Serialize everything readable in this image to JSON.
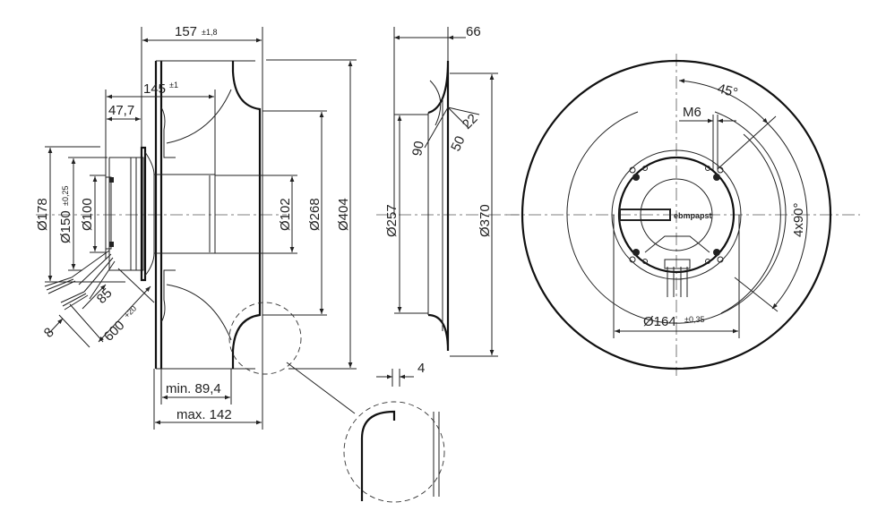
{
  "drawing": {
    "side_view": {
      "dim_overall_length": "157",
      "dim_overall_length_tol": "±1,8",
      "dim_hub_length": "145",
      "dim_hub_length_tol": "±1",
      "dim_motor_depth": "47,7",
      "dim_d178": "Ø178",
      "dim_d150": "Ø150",
      "dim_d150_tol": "±0,25",
      "dim_d100": "Ø100",
      "dim_d102": "Ø102",
      "dim_d268": "Ø268",
      "dim_d404": "Ø404",
      "dim_cable_8": "8",
      "dim_cable_85": "85",
      "dim_cable_600": "600",
      "dim_cable_600_tol": "+20",
      "dim_min": "min. 89,4",
      "dim_max": "max. 142"
    },
    "section_view": {
      "dim_66": "66",
      "dim_90": "90",
      "dim_50": "50",
      "dim_22": "22",
      "dim_d257": "Ø257",
      "dim_d370": "Ø370",
      "dim_4": "4"
    },
    "front_view": {
      "dim_45": "45°",
      "dim_m6": "M6",
      "dim_4x90": "4x90°",
      "dim_d164": "Ø164",
      "dim_d164_tol": "±0,35",
      "logo": "ebmpapst"
    }
  }
}
